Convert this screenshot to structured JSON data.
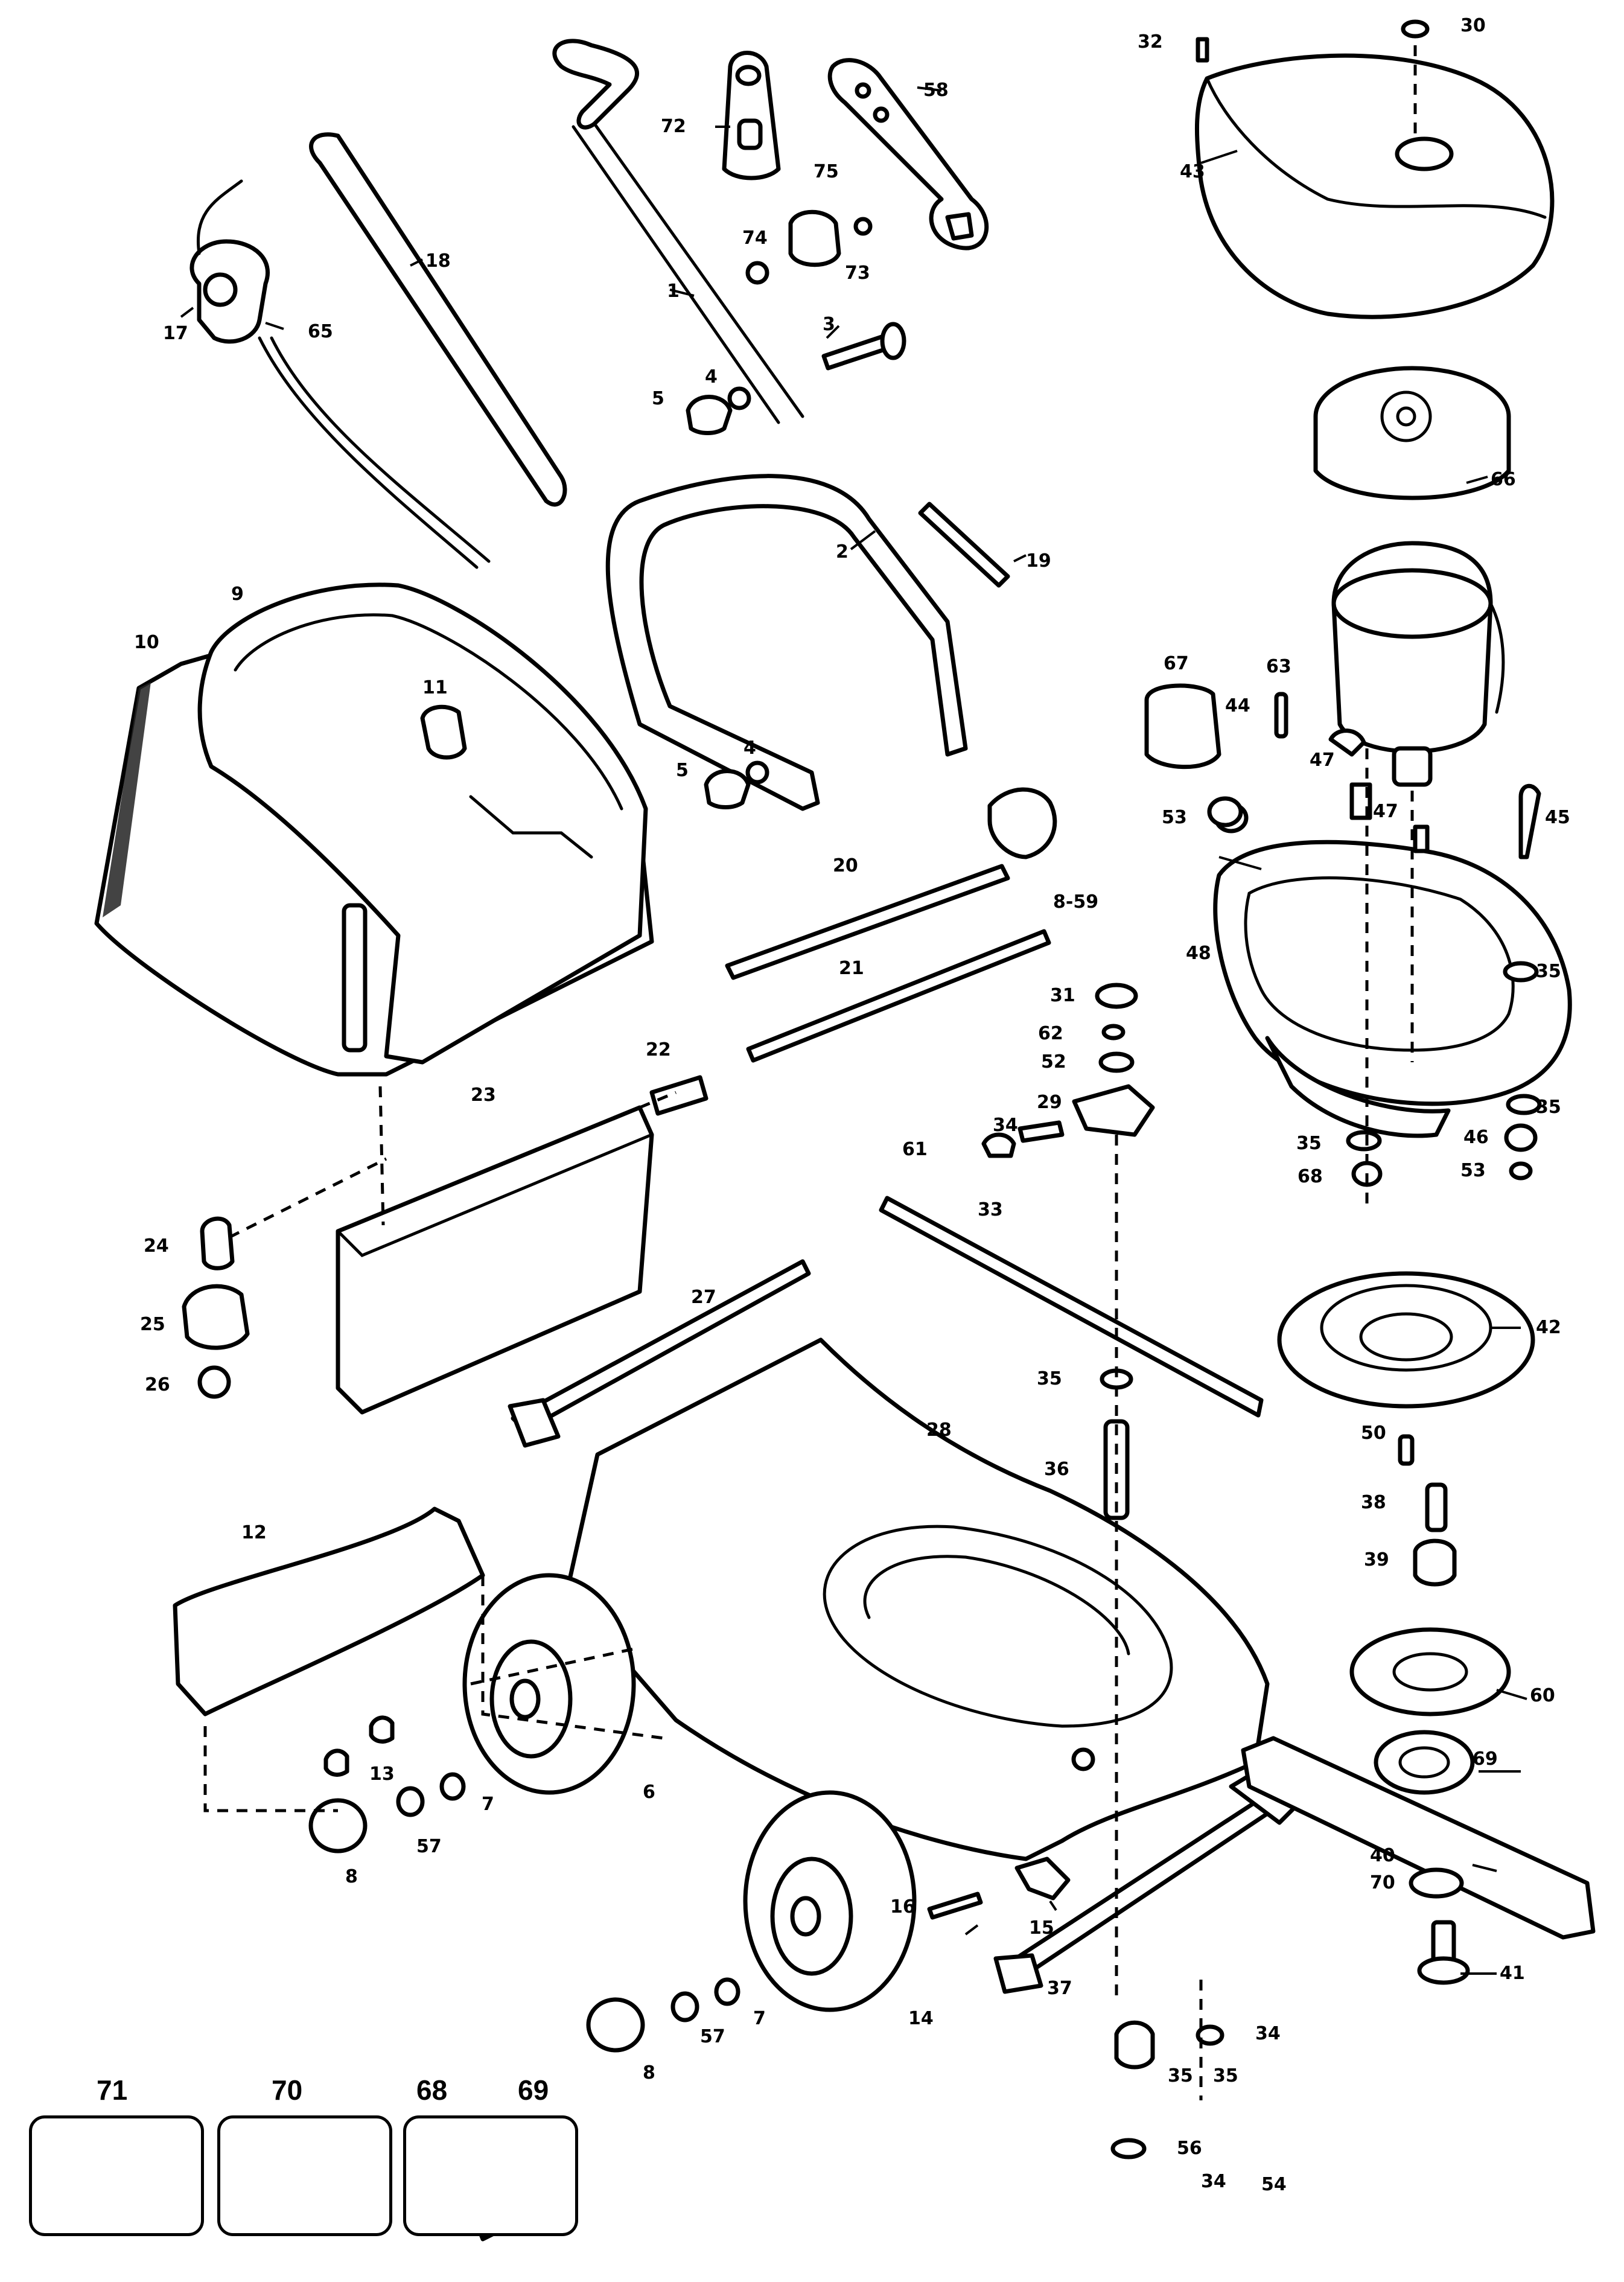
{
  "callouts": {
    "c1": "1",
    "c2": "2",
    "c3": "3",
    "c4a": "4",
    "c4b": "4",
    "c5a": "5",
    "c5b": "5",
    "c6": "6",
    "c7a": "7",
    "c7b": "7",
    "c8a": "8",
    "c8b": "8",
    "c9": "9",
    "c10": "10",
    "c11": "11",
    "c12": "12",
    "c13": "13",
    "c14": "14",
    "c15": "15",
    "c16": "16",
    "c17": "17",
    "c18": "18",
    "c19": "19",
    "c20": "20",
    "c21": "21",
    "c22": "22",
    "c23": "23",
    "c24": "24",
    "c25": "25",
    "c26": "26",
    "c27": "27",
    "c28": "28",
    "c29": "29",
    "c30": "30",
    "c31": "31",
    "c32": "32",
    "c33": "33",
    "c34a": "34",
    "c34b": "34",
    "c34c": "34",
    "c35a": "35",
    "c35b": "35",
    "c35c": "35",
    "c35d": "35",
    "c35e": "35",
    "c35f": "35",
    "c36": "36",
    "c37": "37",
    "c38": "38",
    "c39": "39",
    "c40": "40",
    "c41": "41",
    "c42": "42",
    "c43": "43",
    "c44": "44",
    "c45": "45",
    "c46": "46",
    "c47a": "47",
    "c47b": "47",
    "c48": "48",
    "c50": "50",
    "c52": "52",
    "c53a": "53",
    "c53b": "53",
    "c54": "54",
    "c56": "56",
    "c57a": "57",
    "c57b": "57",
    "c58": "58",
    "c59": "8-59",
    "c60": "60",
    "c61": "61",
    "c62": "62",
    "c63": "63",
    "c65": "65",
    "c66": "66",
    "c67": "67",
    "c68": "68",
    "c69": "69",
    "c70": "70",
    "c72": "72",
    "c73": "73",
    "c74": "74",
    "c75": "75"
  },
  "legend": [
    {
      "label": "71"
    },
    {
      "label": "70"
    },
    {
      "label": "68"
    },
    {
      "label": "69"
    }
  ]
}
